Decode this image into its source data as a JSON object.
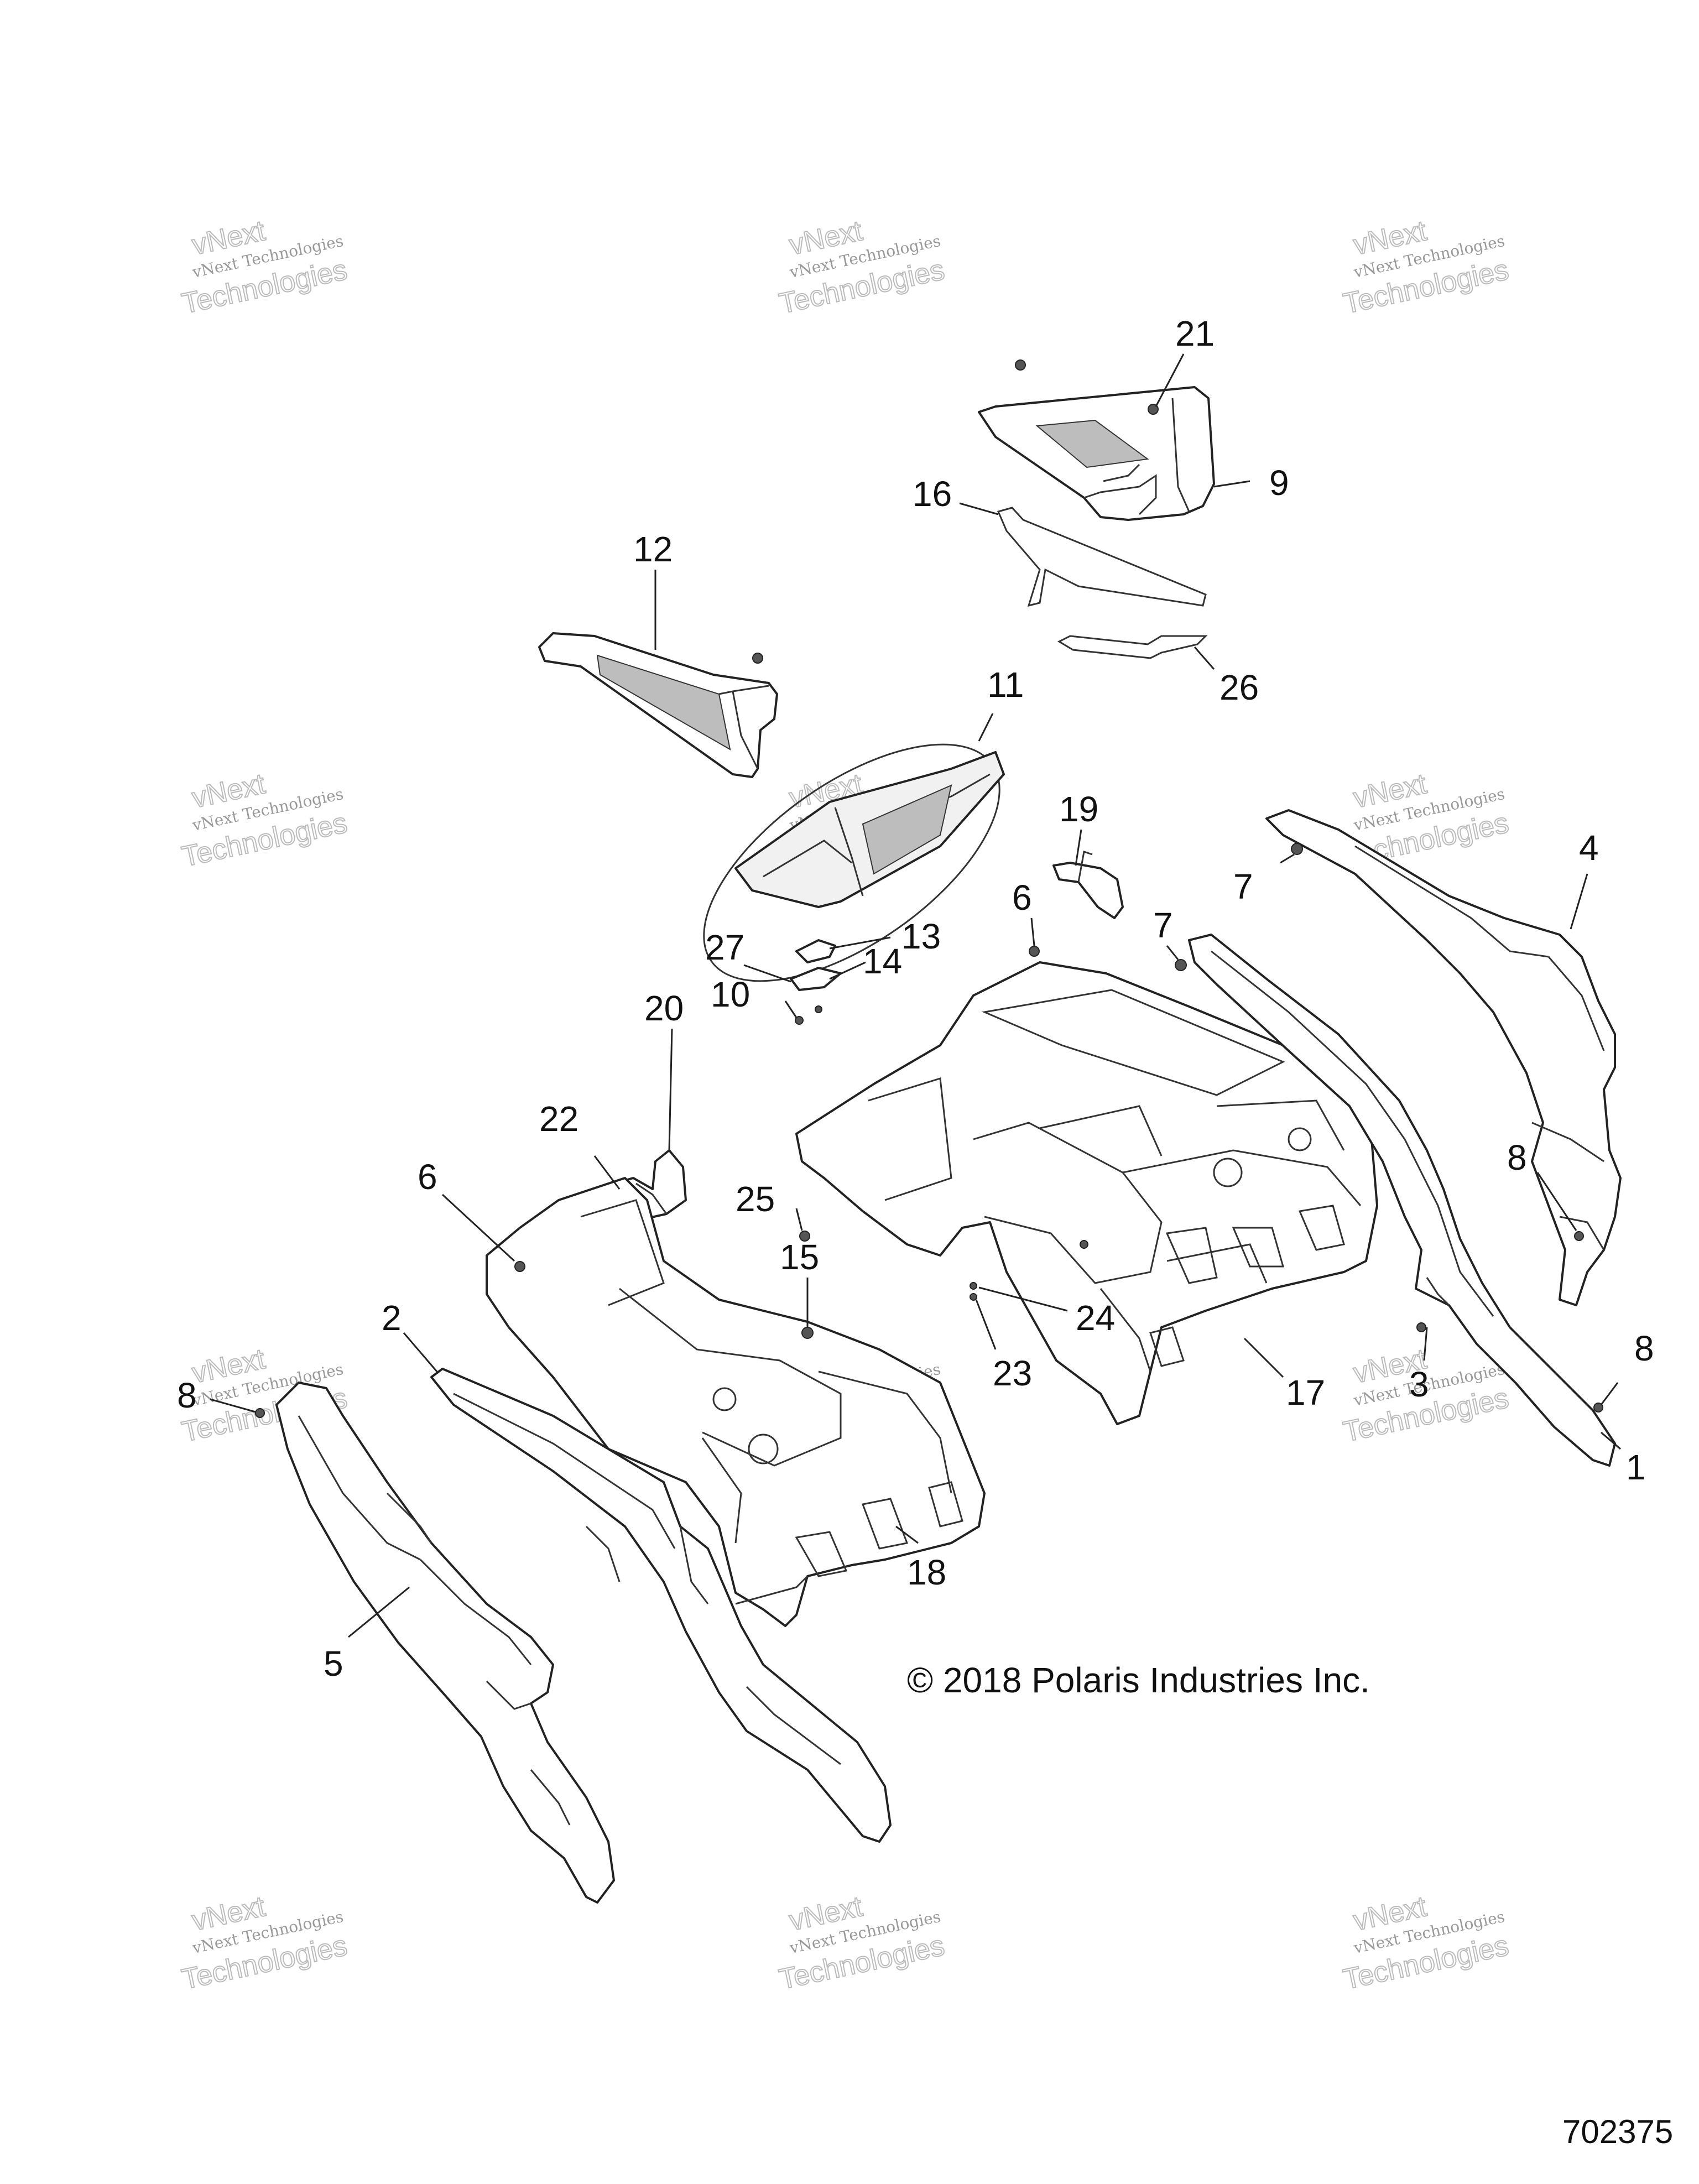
{
  "callouts": [
    "1",
    "2",
    "3",
    "4",
    "5",
    "6",
    "6",
    "7",
    "7",
    "8",
    "8",
    "8",
    "9",
    "10",
    "11",
    "12",
    "13",
    "14",
    "15",
    "16",
    "17",
    "18",
    "19",
    "20",
    "21",
    "22",
    "23",
    "24",
    "25",
    "26",
    "27"
  ],
  "copyright": "© 2018 Polaris Industries Inc.",
  "document_number": "702375",
  "watermark": {
    "line1": "vNext Technologies",
    "line2": "Technologies",
    "line3": "vNext"
  }
}
